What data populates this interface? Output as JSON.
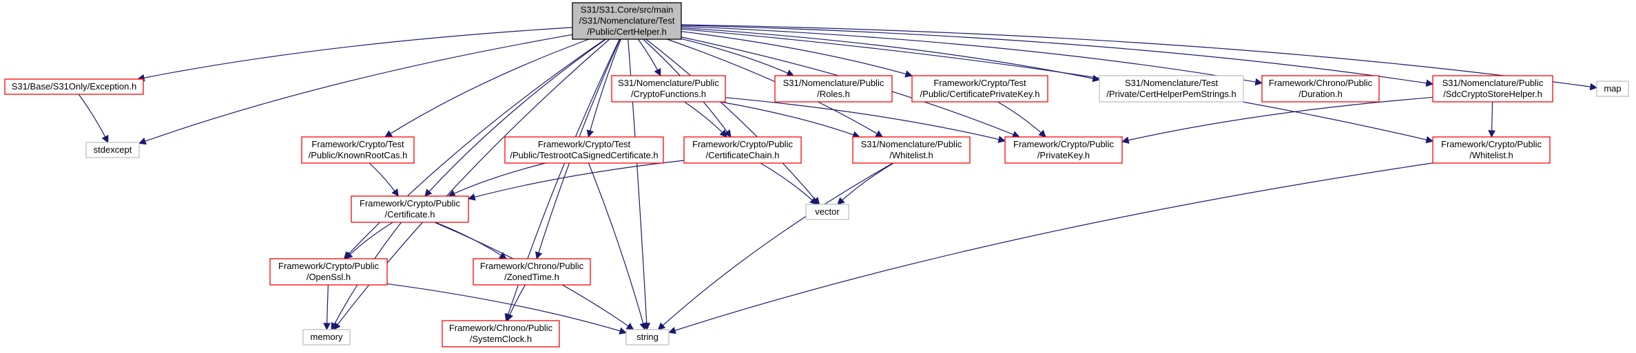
{
  "diagram": {
    "edge_color": "#191970",
    "root_fill": "#bfbfbf",
    "project_border_color": "#ff0000",
    "external_border_color": "#bfbfbf",
    "nodes": [
      {
        "id": "root",
        "kind": "root",
        "lines": [
          "S31/S31.Core/src/main",
          "/S31/Nomenclature/Test",
          "/Public/CertHelper.h"
        ]
      },
      {
        "id": "exception",
        "kind": "red",
        "lines": [
          "S31/Base/S31Only/Exception.h"
        ]
      },
      {
        "id": "stdexcept",
        "kind": "gray",
        "lines": [
          "stdexcept"
        ]
      },
      {
        "id": "knownrootcas",
        "kind": "red",
        "lines": [
          "Framework/Crypto/Test",
          "/Public/KnownRootCas.h"
        ]
      },
      {
        "id": "testrootca",
        "kind": "red",
        "lines": [
          "Framework/Crypto/Test",
          "/Public/TestrootCaSignedCertificate.h"
        ]
      },
      {
        "id": "cryptofunctions",
        "kind": "red",
        "lines": [
          "S31/Nomenclature/Public",
          "/CryptoFunctions.h"
        ]
      },
      {
        "id": "certificatechain",
        "kind": "red",
        "lines": [
          "Framework/Crypto/Public",
          "/CertificateChain.h"
        ]
      },
      {
        "id": "roles",
        "kind": "red",
        "lines": [
          "S31/Nomenclature/Public",
          "/Roles.h"
        ]
      },
      {
        "id": "nomwhitelist",
        "kind": "red",
        "lines": [
          "S31/Nomenclature/Public",
          "/Whitelist.h"
        ]
      },
      {
        "id": "certprivatekey",
        "kind": "red",
        "lines": [
          "Framework/Crypto/Test",
          "/Public/CertificatePrivateKey.h"
        ]
      },
      {
        "id": "privatekey",
        "kind": "red",
        "lines": [
          "Framework/Crypto/Public",
          "/PrivateKey.h"
        ]
      },
      {
        "id": "pemstrings",
        "kind": "gray",
        "lines": [
          "S31/Nomenclature/Test",
          "/Private/CertHelperPemStrings.h"
        ]
      },
      {
        "id": "duration",
        "kind": "red",
        "lines": [
          "Framework/Chrono/Public",
          "/Duration.h"
        ]
      },
      {
        "id": "sdccryptostore",
        "kind": "red",
        "lines": [
          "S31/Nomenclature/Public",
          "/SdcCryptoStoreHelper.h"
        ]
      },
      {
        "id": "cryptowhitelist",
        "kind": "red",
        "lines": [
          "Framework/Crypto/Public",
          "/Whitelist.h"
        ]
      },
      {
        "id": "map",
        "kind": "gray",
        "lines": [
          "map"
        ]
      },
      {
        "id": "certificate",
        "kind": "red",
        "lines": [
          "Framework/Crypto/Public",
          "/Certificate.h"
        ]
      },
      {
        "id": "vector",
        "kind": "gray",
        "lines": [
          "vector"
        ]
      },
      {
        "id": "openssl",
        "kind": "red",
        "lines": [
          "Framework/Crypto/Public",
          "/OpenSsl.h"
        ]
      },
      {
        "id": "zonedtime",
        "kind": "red",
        "lines": [
          "Framework/Chrono/Public",
          "/ZonedTime.h"
        ]
      },
      {
        "id": "memory",
        "kind": "gray",
        "lines": [
          "memory"
        ]
      },
      {
        "id": "systemclock",
        "kind": "red",
        "lines": [
          "Framework/Chrono/Public",
          "/SystemClock.h"
        ]
      },
      {
        "id": "string",
        "kind": "gray",
        "lines": [
          "string"
        ]
      }
    ],
    "edges": [
      [
        "root",
        "exception"
      ],
      [
        "root",
        "stdexcept"
      ],
      [
        "root",
        "knownrootcas"
      ],
      [
        "root",
        "testrootca"
      ],
      [
        "root",
        "cryptofunctions"
      ],
      [
        "root",
        "certificatechain"
      ],
      [
        "root",
        "roles"
      ],
      [
        "root",
        "nomwhitelist"
      ],
      [
        "root",
        "certprivatekey"
      ],
      [
        "root",
        "privatekey"
      ],
      [
        "root",
        "pemstrings"
      ],
      [
        "root",
        "duration"
      ],
      [
        "root",
        "sdccryptostore"
      ],
      [
        "root",
        "cryptowhitelist"
      ],
      [
        "root",
        "map"
      ],
      [
        "root",
        "certificate"
      ],
      [
        "root",
        "vector"
      ],
      [
        "root",
        "openssl"
      ],
      [
        "root",
        "zonedtime"
      ],
      [
        "root",
        "memory"
      ],
      [
        "root",
        "systemclock"
      ],
      [
        "root",
        "string"
      ],
      [
        "exception",
        "stdexcept"
      ],
      [
        "knownrootcas",
        "certificate"
      ],
      [
        "testrootca",
        "certificate"
      ],
      [
        "testrootca",
        "string"
      ],
      [
        "cryptofunctions",
        "certificatechain"
      ],
      [
        "cryptofunctions",
        "nomwhitelist"
      ],
      [
        "cryptofunctions",
        "privatekey"
      ],
      [
        "certificatechain",
        "certificate"
      ],
      [
        "certificatechain",
        "vector"
      ],
      [
        "nomwhitelist",
        "vector"
      ],
      [
        "nomwhitelist",
        "string"
      ],
      [
        "certprivatekey",
        "privatekey"
      ],
      [
        "sdccryptostore",
        "privatekey"
      ],
      [
        "sdccryptostore",
        "cryptowhitelist"
      ],
      [
        "cryptowhitelist",
        "string"
      ],
      [
        "certificate",
        "openssl"
      ],
      [
        "certificate",
        "zonedtime"
      ],
      [
        "certificate",
        "memory"
      ],
      [
        "certificate",
        "string"
      ],
      [
        "openssl",
        "memory"
      ],
      [
        "openssl",
        "string"
      ],
      [
        "zonedtime",
        "systemclock"
      ]
    ]
  }
}
